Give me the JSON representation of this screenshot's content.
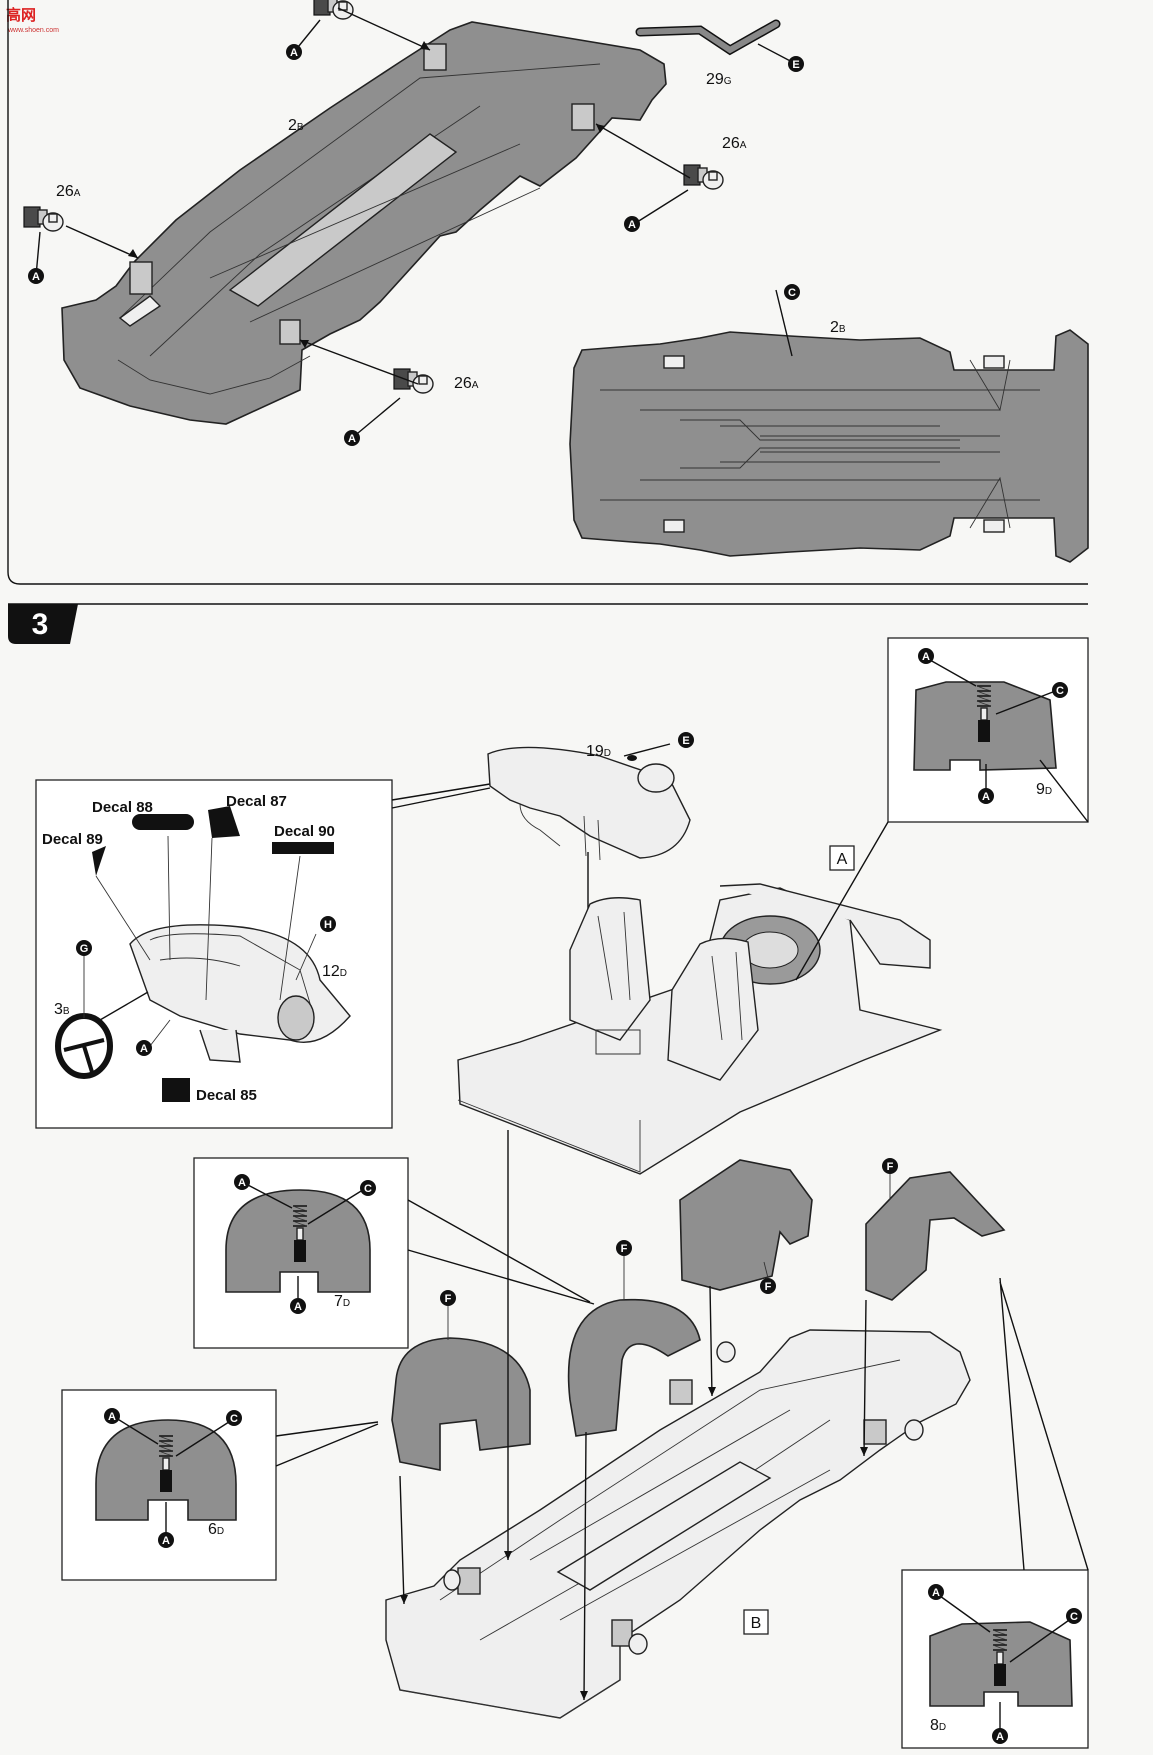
{
  "watermark": {
    "logo_text": "高网",
    "url": "www.shoen.com"
  },
  "step_number": "3",
  "top_panel": {
    "part_labels": [
      {
        "id": "floor-top",
        "num": "2",
        "sub": "B"
      },
      {
        "id": "floor-plan",
        "num": "2",
        "sub": "B"
      },
      {
        "id": "bracket-rear-right",
        "num": "26",
        "sub": "A"
      },
      {
        "id": "bracket-front-left",
        "num": "26",
        "sub": "A"
      },
      {
        "id": "bracket-front-right",
        "num": "26",
        "sub": "A"
      },
      {
        "id": "pipe",
        "num": "29",
        "sub": "G"
      }
    ]
  },
  "cockpit_inset": {
    "decals": [
      {
        "id": "decal-88",
        "label": "Decal 88"
      },
      {
        "id": "decal-87",
        "label": "Decal 87"
      },
      {
        "id": "decal-89",
        "label": "Decal 89"
      },
      {
        "id": "decal-90",
        "label": "Decal 90"
      },
      {
        "id": "decal-85",
        "label": "Decal 85"
      }
    ],
    "part_labels": [
      {
        "id": "dashboard",
        "num": "12",
        "sub": "D"
      },
      {
        "id": "steering-wheel",
        "num": "3",
        "sub": "B"
      }
    ]
  },
  "main_assembly": {
    "part_labels": [
      {
        "id": "dash-part",
        "num": "19",
        "sub": "D"
      }
    ],
    "subassembly_boxes": [
      "A",
      "B"
    ]
  },
  "spring_insets": [
    {
      "id": "inset-9d",
      "num": "9",
      "sub": "D"
    },
    {
      "id": "inset-7d",
      "num": "7",
      "sub": "D"
    },
    {
      "id": "inset-6d",
      "num": "6",
      "sub": "D"
    },
    {
      "id": "inset-8d",
      "num": "8",
      "sub": "D"
    }
  ],
  "material_keys": [
    "A",
    "C",
    "E",
    "F",
    "G",
    "H"
  ],
  "colors": {
    "part_fill": "#8f8f8f",
    "ink": "#111111",
    "paper": "#f7f7f5"
  }
}
